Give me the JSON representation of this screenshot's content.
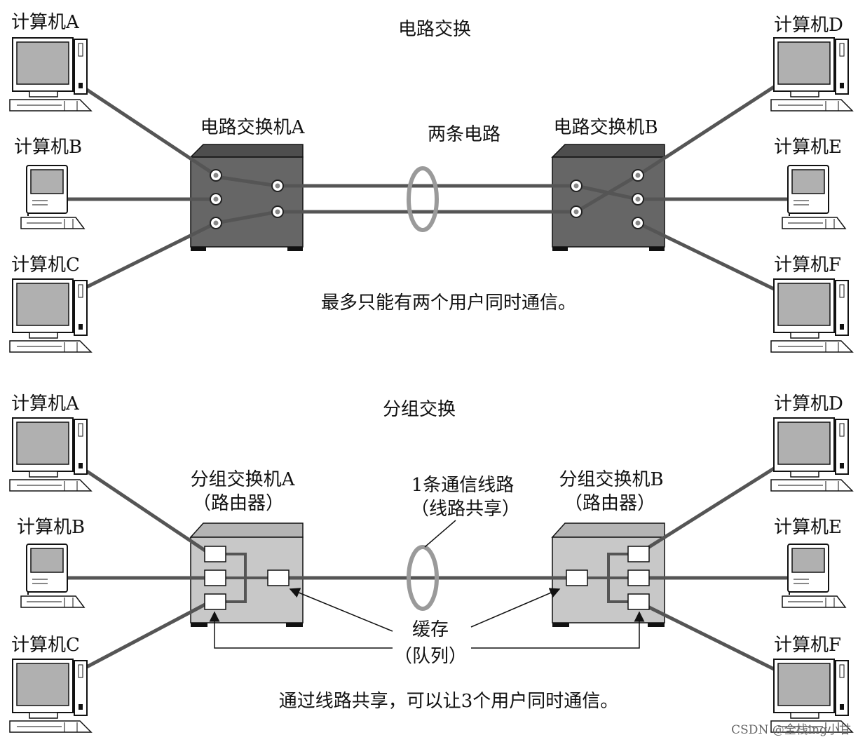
{
  "colors": {
    "line": "#555555",
    "switch_dark": "#666666",
    "switch_dark_top": "#4e4e4e",
    "switch_dark_side": "#3e3e3e",
    "switch_light": "#c8c8c8",
    "switch_light_top": "#b4b4b4",
    "switch_light_side": "#a4a4a4",
    "ring": "#9a9a9a",
    "screen": "#b0b0b0",
    "text": "#111111"
  },
  "circuit": {
    "title": "电路交换",
    "switch_a": "电路交换机A",
    "switch_b": "电路交换机B",
    "bundle_label": "两条电路",
    "caption": "最多只能有两个用户同时通信。",
    "computers": {
      "a": "计算机A",
      "b": "计算机B",
      "c": "计算机C",
      "d": "计算机D",
      "e": "计算机E",
      "f": "计算机F"
    }
  },
  "packet": {
    "title": "分组交换",
    "switch_a": "分组交换机A",
    "switch_a_sub": "（路由器）",
    "switch_b": "分组交换机B",
    "switch_b_sub": "（路由器）",
    "link_label": "1条通信线路",
    "link_sub": "（线路共享）",
    "buffer_label": "缓存",
    "buffer_sub": "（队列）",
    "caption": "通过线路共享，可以让3个用户同时通信。",
    "computers": {
      "a": "计算机A",
      "b": "计算机B",
      "c": "计算机C",
      "d": "计算机D",
      "e": "计算机E",
      "f": "计算机F"
    }
  },
  "watermark": "CSDN @全栈ing小甘"
}
